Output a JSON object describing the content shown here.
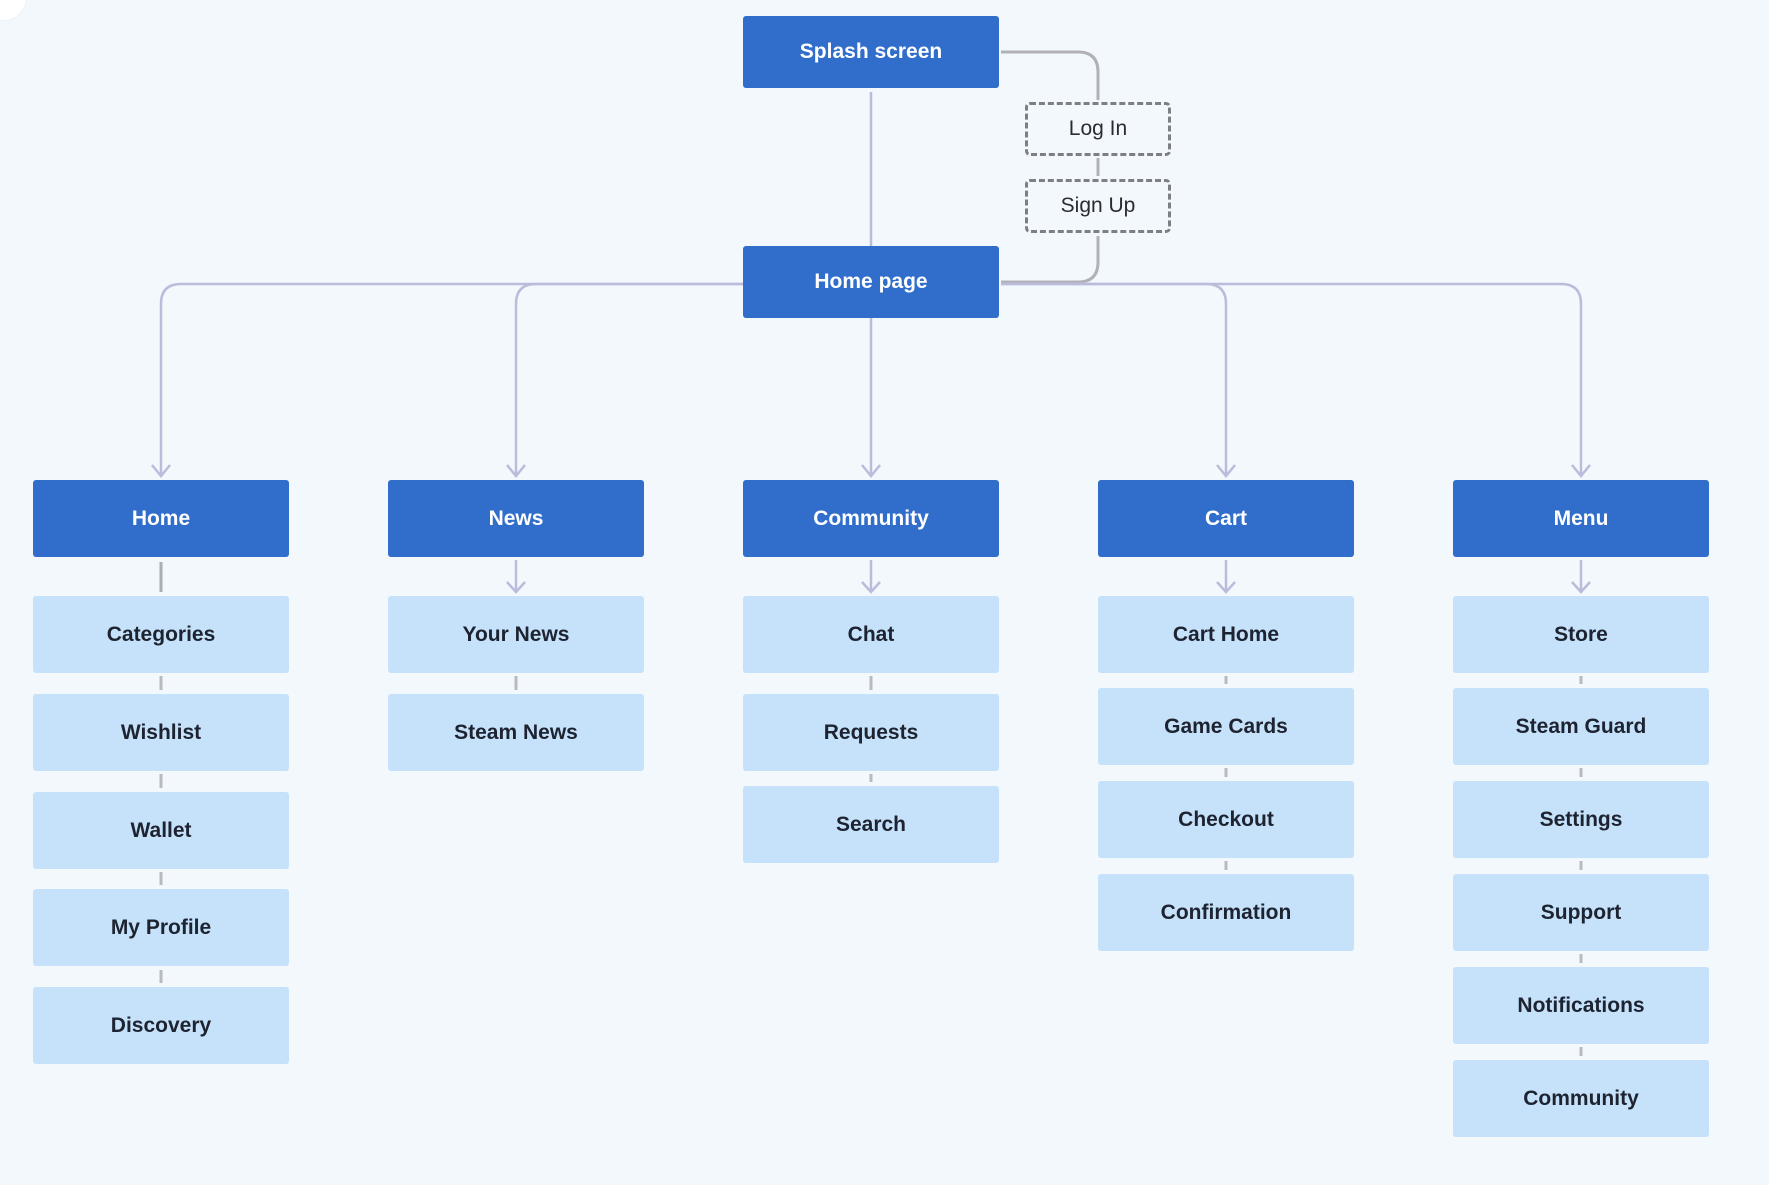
{
  "diagram": {
    "root": "Splash screen",
    "auth": [
      "Log In",
      "Sign Up"
    ],
    "home": "Home page",
    "columns": [
      {
        "title": "Home",
        "items": [
          "Categories",
          "Wishlist",
          "Wallet",
          "My Profile",
          "Discovery"
        ]
      },
      {
        "title": "News",
        "items": [
          "Your News",
          "Steam News"
        ]
      },
      {
        "title": "Community",
        "items": [
          "Chat",
          "Requests",
          "Search"
        ]
      },
      {
        "title": "Cart",
        "items": [
          "Cart Home",
          "Game Cards",
          "Checkout",
          "Confirmation"
        ]
      },
      {
        "title": "Menu",
        "items": [
          "Store",
          "Steam Guard",
          "Settings",
          "Support",
          "Notifications",
          "Community"
        ]
      }
    ]
  },
  "colors": {
    "primary": "#316ecb",
    "secondary": "#c6e2fa",
    "connector": "#b9bddb",
    "auth_connector": "#b0b2b8",
    "background": "#f3f8fc"
  }
}
